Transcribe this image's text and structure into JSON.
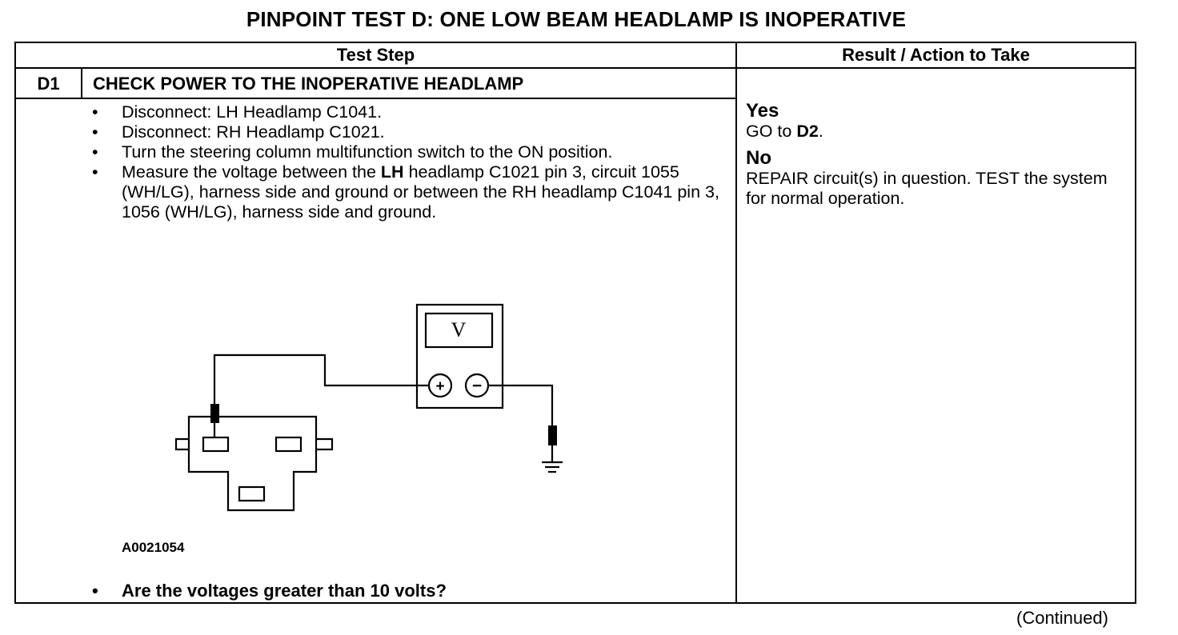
{
  "title": "PINPOINT TEST D: ONE LOW BEAM HEADLAMP IS INOPERATIVE",
  "columns": {
    "test_step": "Test Step",
    "result": "Result / Action to Take"
  },
  "step": {
    "id": "D1",
    "title": "CHECK POWER TO THE INOPERATIVE HEADLAMP",
    "instructions": [
      "Disconnect: LH Headlamp C1041.",
      "Disconnect: RH Headlamp C1021.",
      "Turn the steering column multifunction switch to the ON position."
    ],
    "measure": {
      "pre": "Measure the voltage between the ",
      "bold": "LH",
      "post": " headlamp C1021 pin 3, circuit 1055 (WH/LG), harness side and ground or between the RH headlamp C1041 pin 3, 1056 (WH/LG), harness side and ground."
    },
    "figure_id": "A0021054",
    "question": "Are the voltages greater than 10 volts?"
  },
  "diagram": {
    "meter_label": "V",
    "plus": "+",
    "minus": "−"
  },
  "result": {
    "yes_label": "Yes",
    "yes_pre": "GO to ",
    "yes_target": "D2",
    "yes_post": ".",
    "no_label": "No",
    "no_text": "REPAIR circuit(s) in question. TEST the system for normal operation."
  },
  "footer": "(Continued)"
}
